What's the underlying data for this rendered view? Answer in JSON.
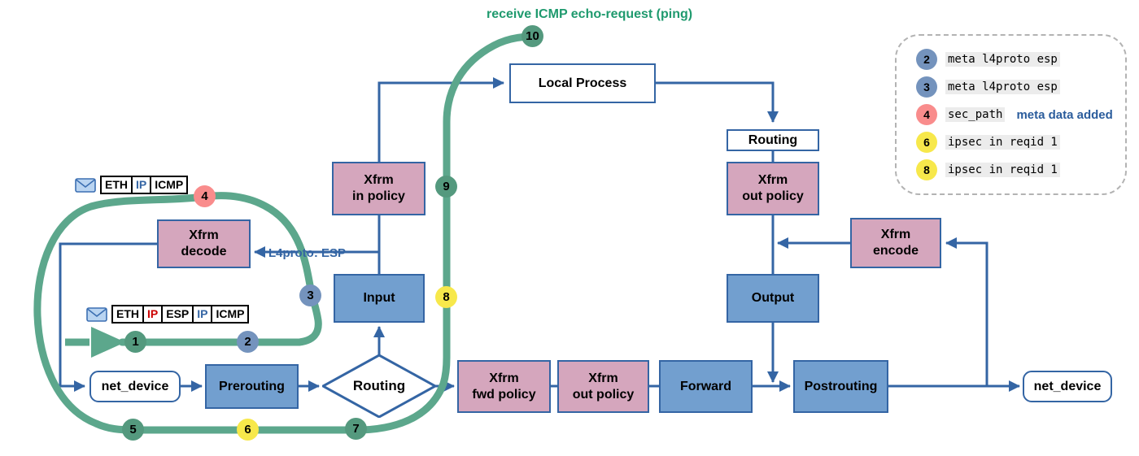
{
  "title": "receive ICMP echo-request (ping)",
  "colors": {
    "connector_blue": "#3465a4",
    "flow_green": "#5ca78c",
    "box_blue": "#729fcf",
    "box_pink": "#d5a6bd",
    "title_green": "#1f9a6e",
    "circle_green": "#54997e",
    "circle_blue": "#7493bd",
    "circle_red": "#f98c8c",
    "circle_yellow": "#f7e84b",
    "code_bg": "#ececec"
  },
  "nodes": {
    "local_process": {
      "label": "Local Process"
    },
    "routing_top": {
      "label": "Routing"
    },
    "xfrm_out_policy_top": {
      "label": "Xfrm\nout policy"
    },
    "xfrm_encode": {
      "label": "Xfrm\nencode"
    },
    "output": {
      "label": "Output"
    },
    "xfrm_in_policy": {
      "label": "Xfrm\nin policy"
    },
    "xfrm_decode": {
      "label": "Xfrm\ndecode"
    },
    "input": {
      "label": "Input"
    },
    "net_device_left": {
      "label": "net_device"
    },
    "prerouting": {
      "label": "Prerouting"
    },
    "routing_decision": {
      "label": "Routing"
    },
    "xfrm_fwd_policy": {
      "label": "Xfrm\nfwd policy"
    },
    "xfrm_out_policy_bottom": {
      "label": "Xfrm\nout policy"
    },
    "forward": {
      "label": "Forward"
    },
    "postrouting": {
      "label": "Postrouting"
    },
    "net_device_right": {
      "label": "net_device"
    }
  },
  "edge_labels": {
    "l4proto": "L4proto: ESP"
  },
  "packets": [
    {
      "segments": [
        {
          "text": "ETH",
          "color": "#000000"
        },
        {
          "text": "IP",
          "color": "#3465a4"
        },
        {
          "text": "ICMP",
          "color": "#000000"
        }
      ]
    },
    {
      "segments": [
        {
          "text": "ETH",
          "color": "#000000"
        },
        {
          "text": "IP",
          "color": "#cc0000"
        },
        {
          "text": "ESP",
          "color": "#000000"
        },
        {
          "text": "IP",
          "color": "#3465a4"
        },
        {
          "text": "ICMP",
          "color": "#000000"
        }
      ]
    }
  ],
  "flow_markers": [
    {
      "label": "1",
      "color": "#54997e"
    },
    {
      "label": "2",
      "color": "#7493bd"
    },
    {
      "label": "3",
      "color": "#7493bd"
    },
    {
      "label": "4",
      "color": "#f98c8c"
    },
    {
      "label": "5",
      "color": "#54997e"
    },
    {
      "label": "6",
      "color": "#f7e84b"
    },
    {
      "label": "7",
      "color": "#54997e"
    },
    {
      "label": "8",
      "color": "#f7e84b"
    },
    {
      "label": "9",
      "color": "#54997e"
    },
    {
      "label": "10",
      "color": "#54997e"
    }
  ],
  "legend": {
    "items": [
      {
        "num": "2",
        "color": "#7493bd",
        "code": "meta l4proto esp",
        "note": ""
      },
      {
        "num": "3",
        "color": "#7493bd",
        "code": "meta l4proto esp",
        "note": ""
      },
      {
        "num": "4",
        "color": "#f98c8c",
        "code": "sec_path",
        "note": "meta data added"
      },
      {
        "num": "6",
        "color": "#f7e84b",
        "code": "ipsec in reqid 1",
        "note": ""
      },
      {
        "num": "8",
        "color": "#f7e84b",
        "code": "ipsec in reqid 1",
        "note": ""
      }
    ]
  }
}
